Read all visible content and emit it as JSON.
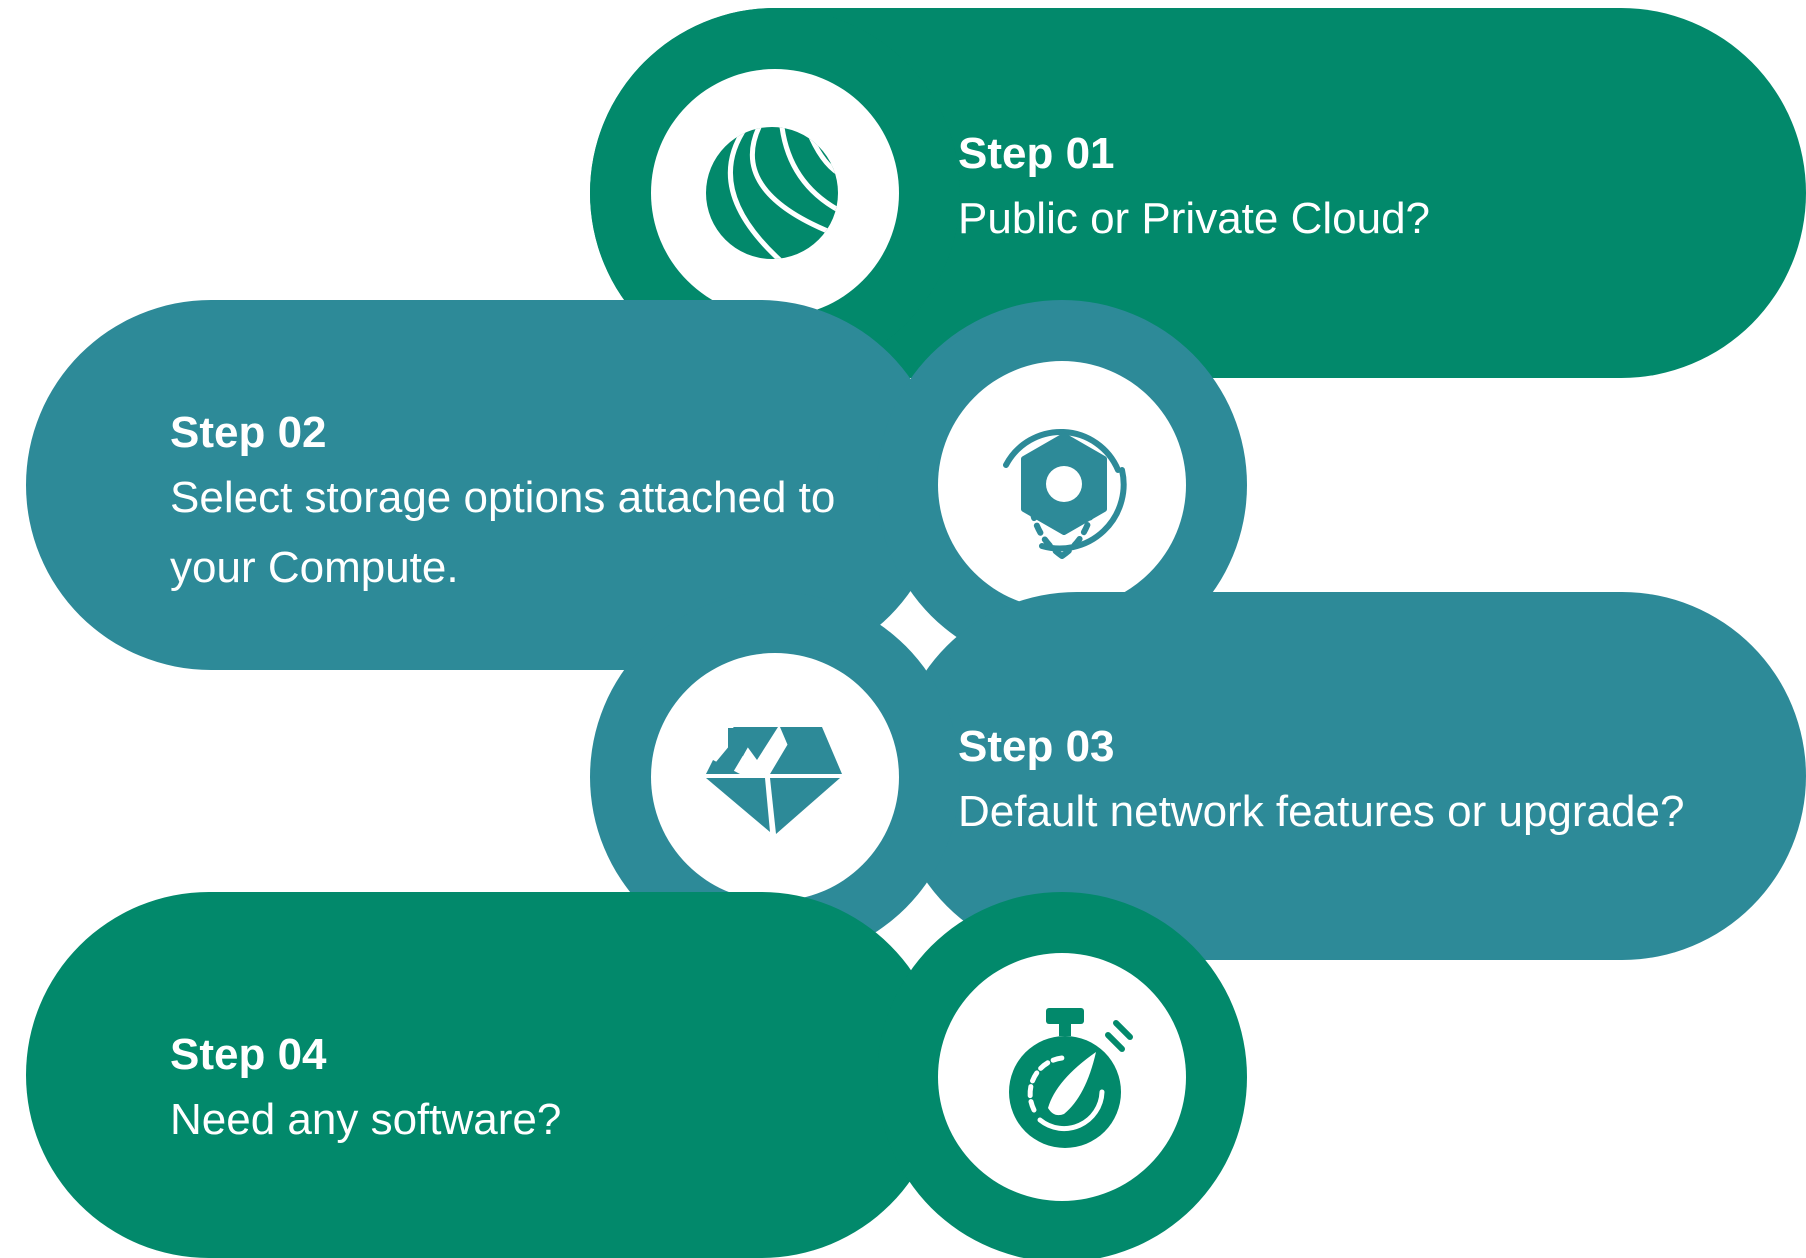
{
  "colors": {
    "green": "#02896B",
    "teal": "#2D8A98",
    "icon_green": "#02896B",
    "icon_teal": "#2D8A98",
    "text": "#FFFFFF"
  },
  "steps": [
    {
      "title": "Step 01",
      "text": "Public or Private Cloud?",
      "icon": "globe-icon"
    },
    {
      "title": "Step 02",
      "text": "Select storage options attached to your Compute.",
      "icon": "hex-nut-icon"
    },
    {
      "title": "Step 03",
      "text": "Default network features or upgrade?",
      "icon": "diamond-icon"
    },
    {
      "title": "Step 04",
      "text": "Need any software?",
      "icon": "stopwatch-icon"
    }
  ]
}
